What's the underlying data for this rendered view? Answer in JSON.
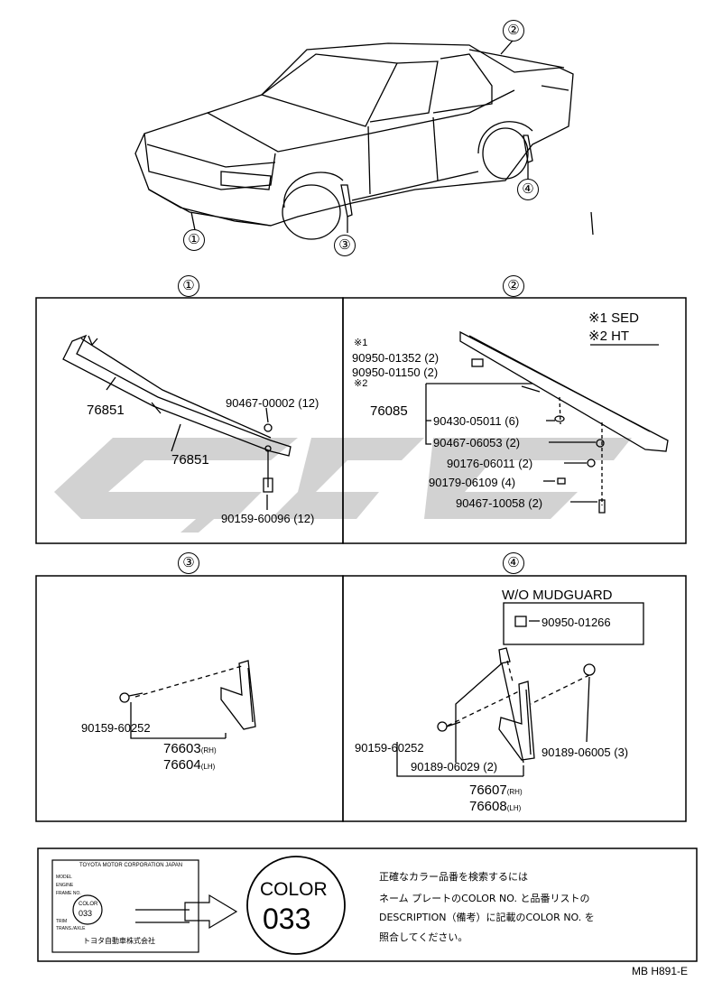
{
  "callouts": [
    "①",
    "②",
    "③",
    "④"
  ],
  "panel1": {
    "header": "①",
    "parts": {
      "p1": "76851",
      "p2": "76851",
      "p3": "90467-00002 (12)",
      "p4": "90159-60096 (12)"
    }
  },
  "panel2": {
    "header": "②",
    "legend1": "※1 SED",
    "legend2": "※2 HT",
    "note1": "※1",
    "note2": "※2",
    "parts": {
      "a": "90950-01352 (2)",
      "b": "90950-01150 (2)",
      "c": "76085",
      "d": "90430-05011 (6)",
      "e": "90467-06053 (2)",
      "f": "90176-06011 (2)",
      "g": "90179-06109 (4)",
      "h": "90467-10058 (2)"
    }
  },
  "panel3": {
    "header": "③",
    "parts": {
      "a": "90159-60252",
      "b": "76603",
      "b_suffix": "(RH)",
      "c": "76604",
      "c_suffix": "(LH)"
    }
  },
  "panel4": {
    "header": "④",
    "wo_label": "W/O MUDGUARD",
    "wo_part": "90950-01266",
    "parts": {
      "a": "90159-60252",
      "b": "90189-06029 (2)",
      "c": "90189-06005 (3)",
      "d": "76607",
      "d_suffix": "(RH)",
      "e": "76608",
      "e_suffix": "(LH)"
    }
  },
  "nameplate": {
    "maker": "TOYOTA MOTOR CORPORATION JAPAN",
    "row1": "MODEL",
    "row2": "ENGINE",
    "row3": "FRAME NO.",
    "color_small": "COLOR",
    "code_small": "033",
    "row4": "TRIM",
    "row5": "TRANS./AXLE",
    "maker_jp": "トヨタ自動車株式会社"
  },
  "color_badge": {
    "label": "COLOR",
    "code": "033"
  },
  "instructions": [
    "正確なカラー品番を検索するには",
    "ネーム プレートのCOLOR NO. と品番リストの",
    "DESCRIPTION（備考）に記載のCOLOR NO. を",
    "照合してください。"
  ],
  "footer_code": "MB H891-E"
}
